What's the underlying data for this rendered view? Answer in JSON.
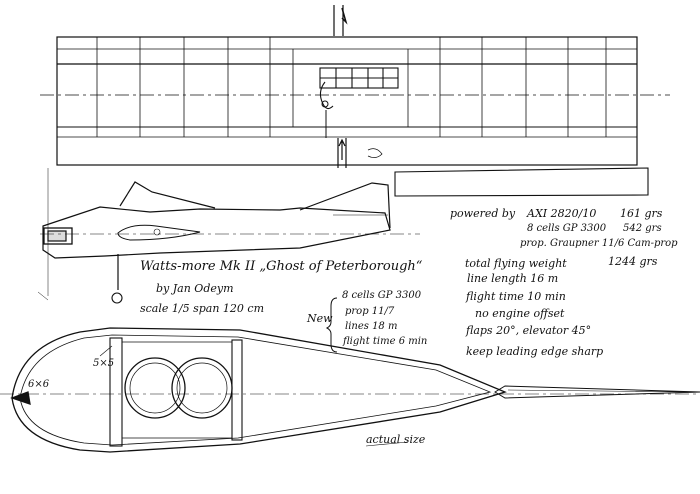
{
  "title": {
    "name": "Watts-more Mk II „Ghost of Peterborough“",
    "author": "by Jan Odeym",
    "scale": "scale 1/5  span 120 cm"
  },
  "power": {
    "label": "powered by",
    "motor": "AXI 2820/10",
    "motor_weight": "161 grs",
    "cells": "8 cells GP 3300",
    "cells_weight": "542 grs",
    "prop": "prop. Graupner 11/6 Cam-prop"
  },
  "specs": {
    "total_weight_label": "total flying weight",
    "total_weight_value": "1244 grs",
    "line_length": "line length  16 m",
    "flight_time": "flight time  10 min",
    "engine_offset": "no engine offset",
    "flaps": "flaps 20°, elevator 45°",
    "keep_sharp": "keep leading edge sharp"
  },
  "new": {
    "label": "New",
    "cells": "8 cells GP 3300",
    "prop": "prop 11/7",
    "lines": "lines 18 m",
    "flight_time": "flight time 6 min"
  },
  "labels": {
    "dim_5x5": "5×5",
    "dim_6x6": "6×6",
    "actual_size": "actual size"
  }
}
